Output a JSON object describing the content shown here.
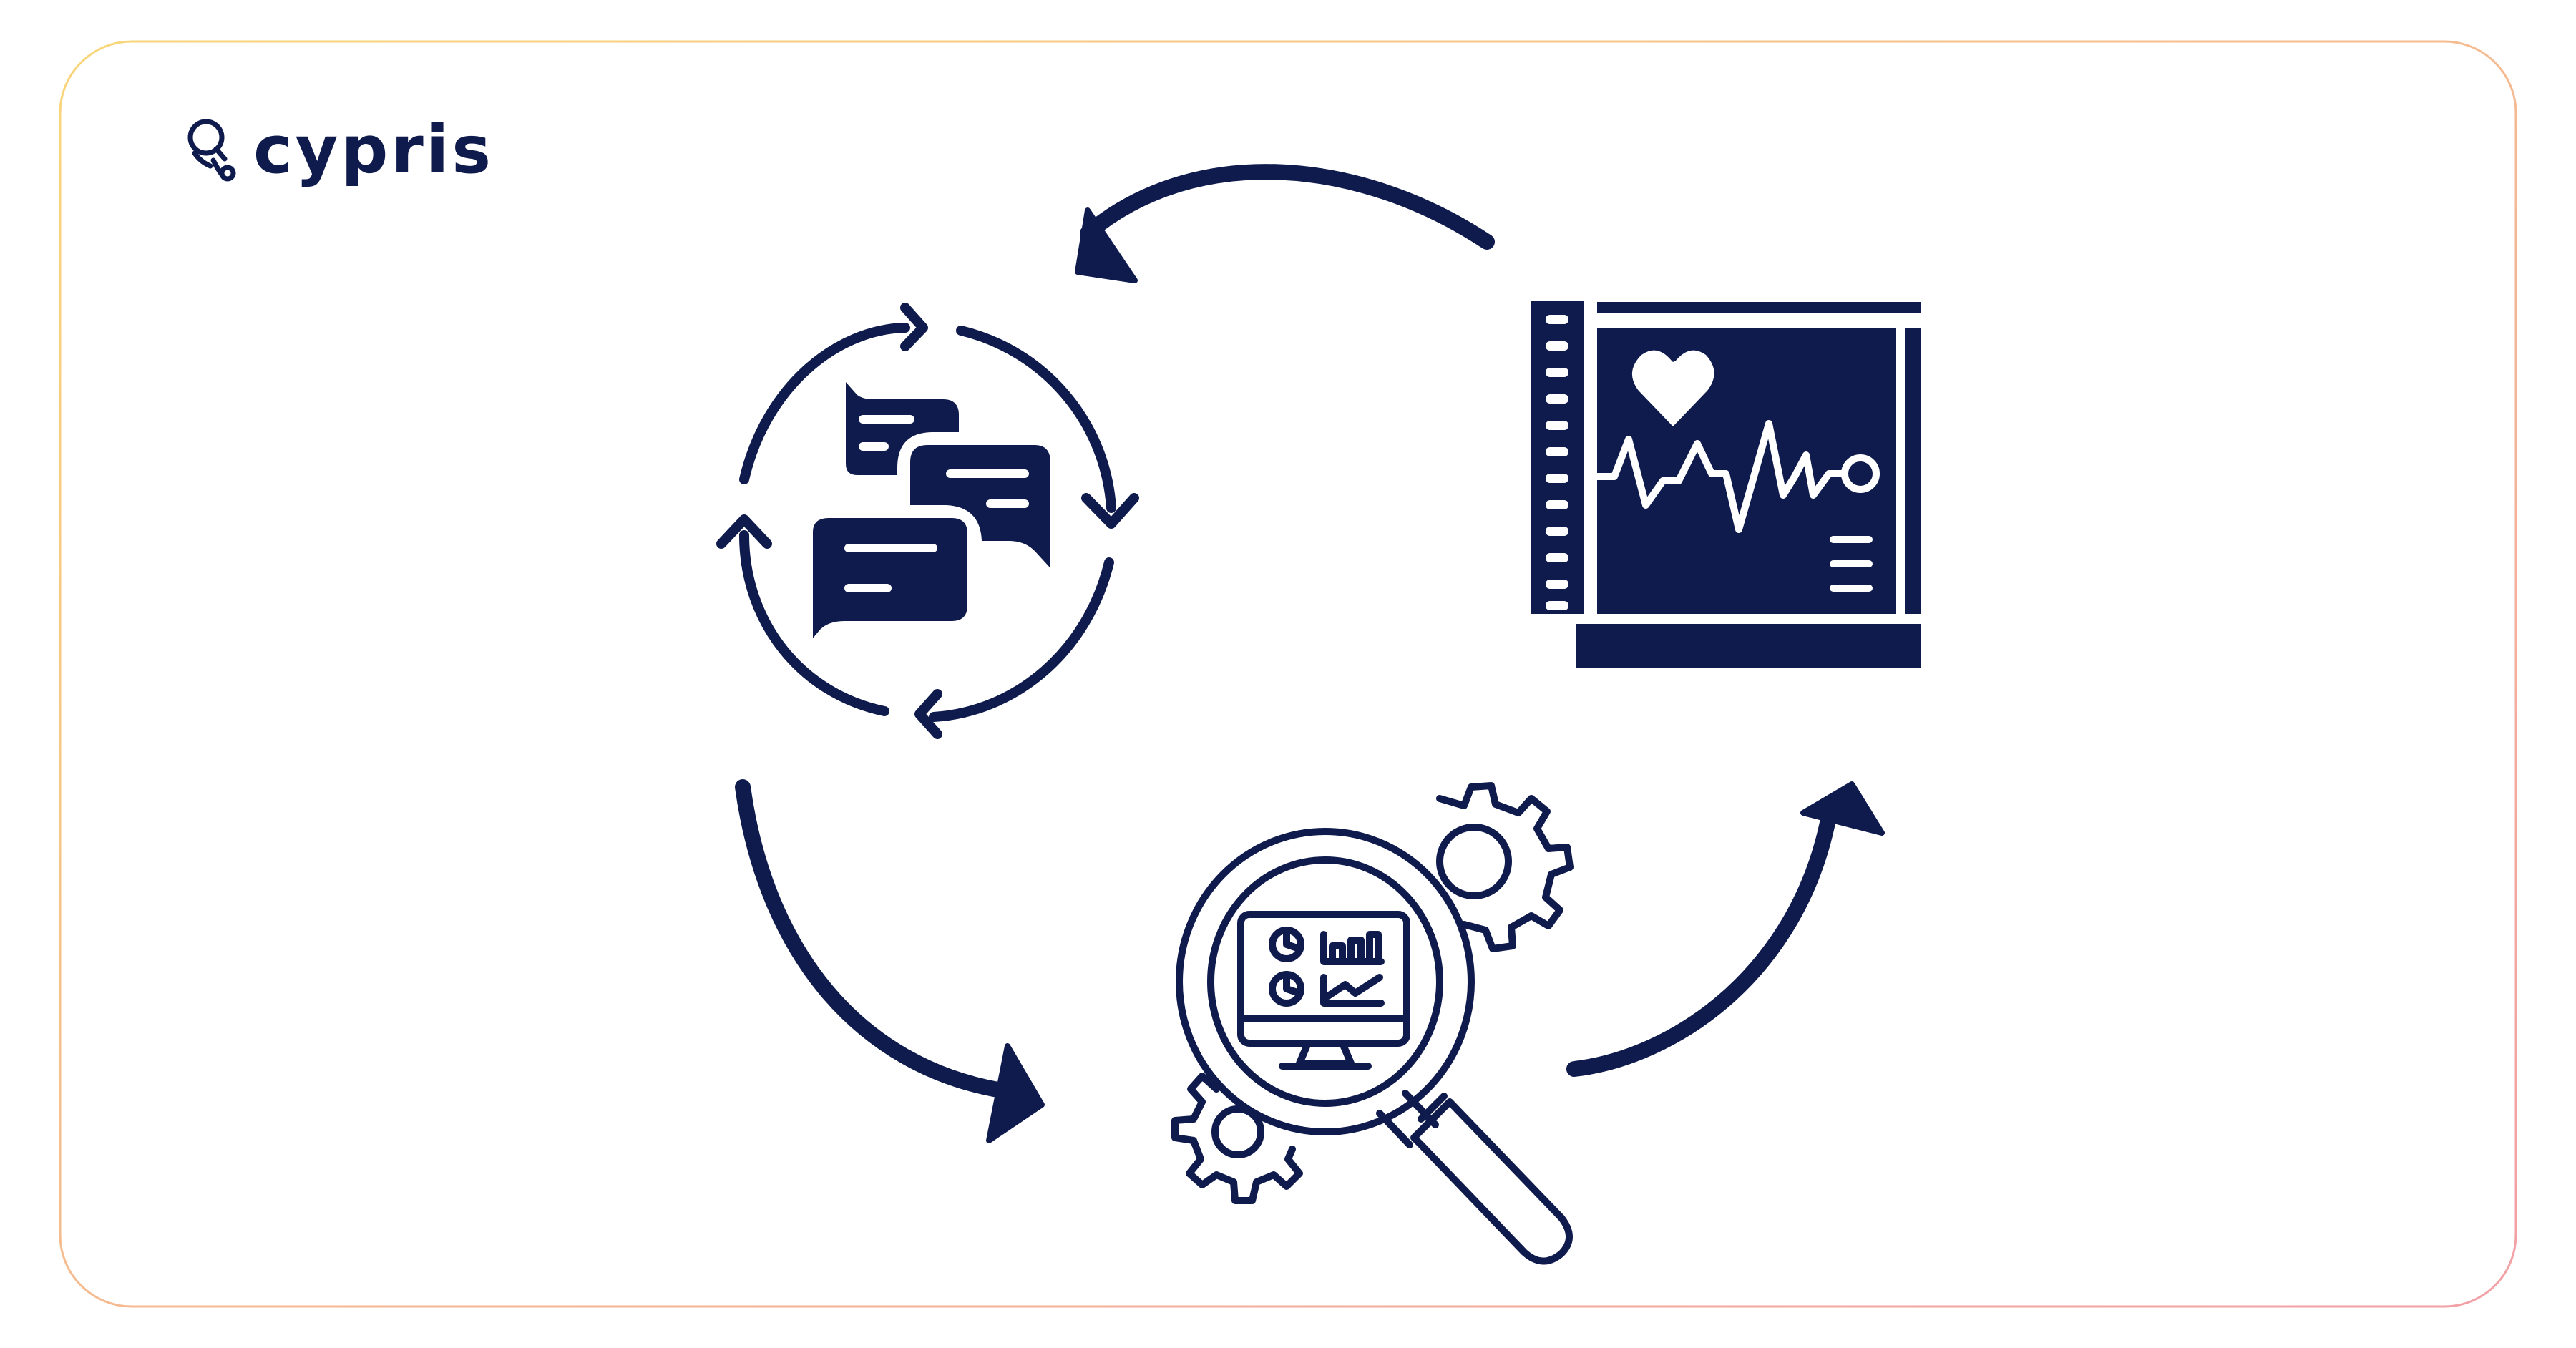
{
  "brand": {
    "name": "cypris",
    "logo_icon": "cypris-logo-mark-icon"
  },
  "colors": {
    "navy": "#0F1B4D",
    "background": "#FFFFFF",
    "frame_gradient_start": "#F8D67A",
    "frame_gradient_end": "#F2A0A6"
  },
  "diagram": {
    "nodes": [
      {
        "id": "feedback",
        "icon": "chat-feedback-cycle-icon"
      },
      {
        "id": "monitoring",
        "icon": "health-monitor-screen-icon"
      },
      {
        "id": "analysis",
        "icon": "magnifier-dashboard-gears-icon"
      }
    ],
    "flow": [
      {
        "from": "monitoring",
        "to": "feedback",
        "icon": "curved-arrow-left-icon"
      },
      {
        "from": "feedback",
        "to": "analysis",
        "icon": "curved-arrow-down-icon"
      },
      {
        "from": "analysis",
        "to": "monitoring",
        "icon": "curved-arrow-up-icon"
      }
    ]
  }
}
